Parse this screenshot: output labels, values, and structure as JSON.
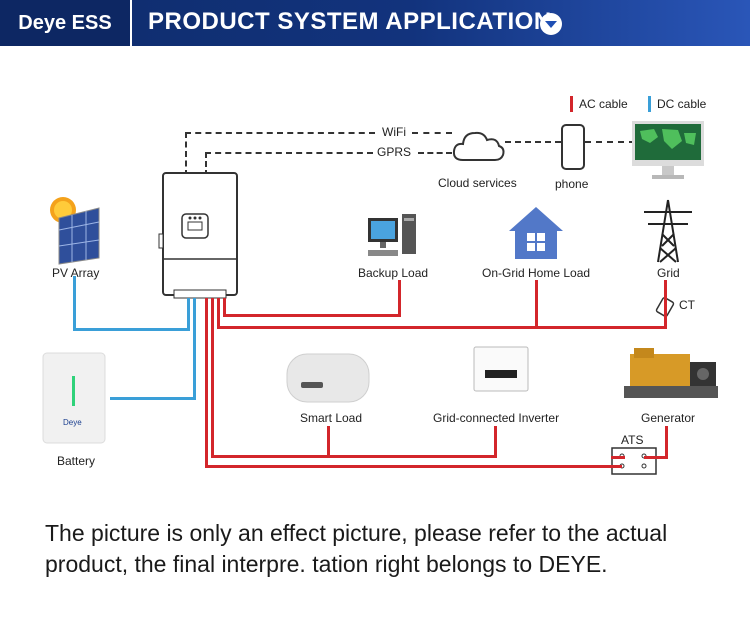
{
  "header": {
    "brand": "Deye ESS",
    "title": "PRODUCT SYSTEM APPLICATION",
    "icon": "chevron-down-icon"
  },
  "legend": {
    "ac": "AC cable",
    "dc": "DC cable",
    "ac_color": "#d3262b",
    "dc_color": "#3a9fd8"
  },
  "connections": {
    "wifi": "WiFi",
    "gprs": "GPRS"
  },
  "labels": {
    "cloud": "Cloud services",
    "phone": "phone",
    "pv": "PV Array",
    "backup": "Backup Load",
    "home": "On-Grid Home Load",
    "grid": "Grid",
    "ct": "CT",
    "battery": "Battery",
    "battery_brand": "Deye",
    "smart": "Smart Load",
    "gridinv": "Grid-connected Inverter",
    "generator": "Generator",
    "ats": "ATS"
  },
  "footer": "The picture is only an effect picture, please refer to the actual product, the final interpre. tation right belongs to DEYE."
}
